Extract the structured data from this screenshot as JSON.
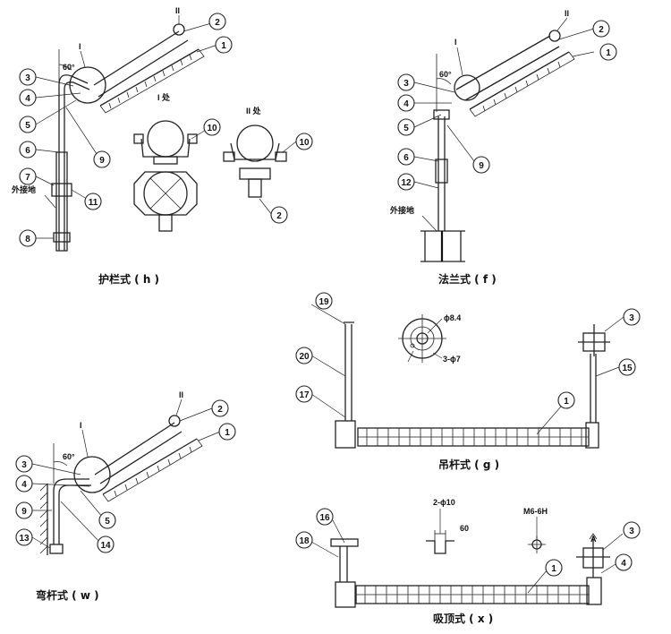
{
  "captions": {
    "h": "护栏式 ( h )",
    "f": "法兰式 ( f )",
    "w": "弯杆式 ( w )",
    "g": "吊杆式 ( g )",
    "x": "吸顶式 ( x )"
  },
  "labels": {
    "roman1": "I",
    "roman2": "II",
    "detail1": "I 处",
    "detail2": "II 处",
    "angle60": "60°",
    "ground": "外接地"
  },
  "dims": {
    "phi84": "ϕ8.4",
    "holes3": "3-ϕ7",
    "holes2": "2-ϕ10",
    "w60": "60",
    "m6": "M6-6H",
    "a": "A"
  },
  "bubbles": {
    "n1": "1",
    "n2": "2",
    "n3": "3",
    "n4": "4",
    "n5": "5",
    "n6": "6",
    "n7": "7",
    "n8": "8",
    "n9": "9",
    "n10": "10",
    "n11": "11",
    "n12": "12",
    "n13": "13",
    "n14": "14",
    "n15": "15",
    "n16": "16",
    "n17": "17",
    "n18": "18",
    "n19": "19",
    "n20": "20"
  }
}
